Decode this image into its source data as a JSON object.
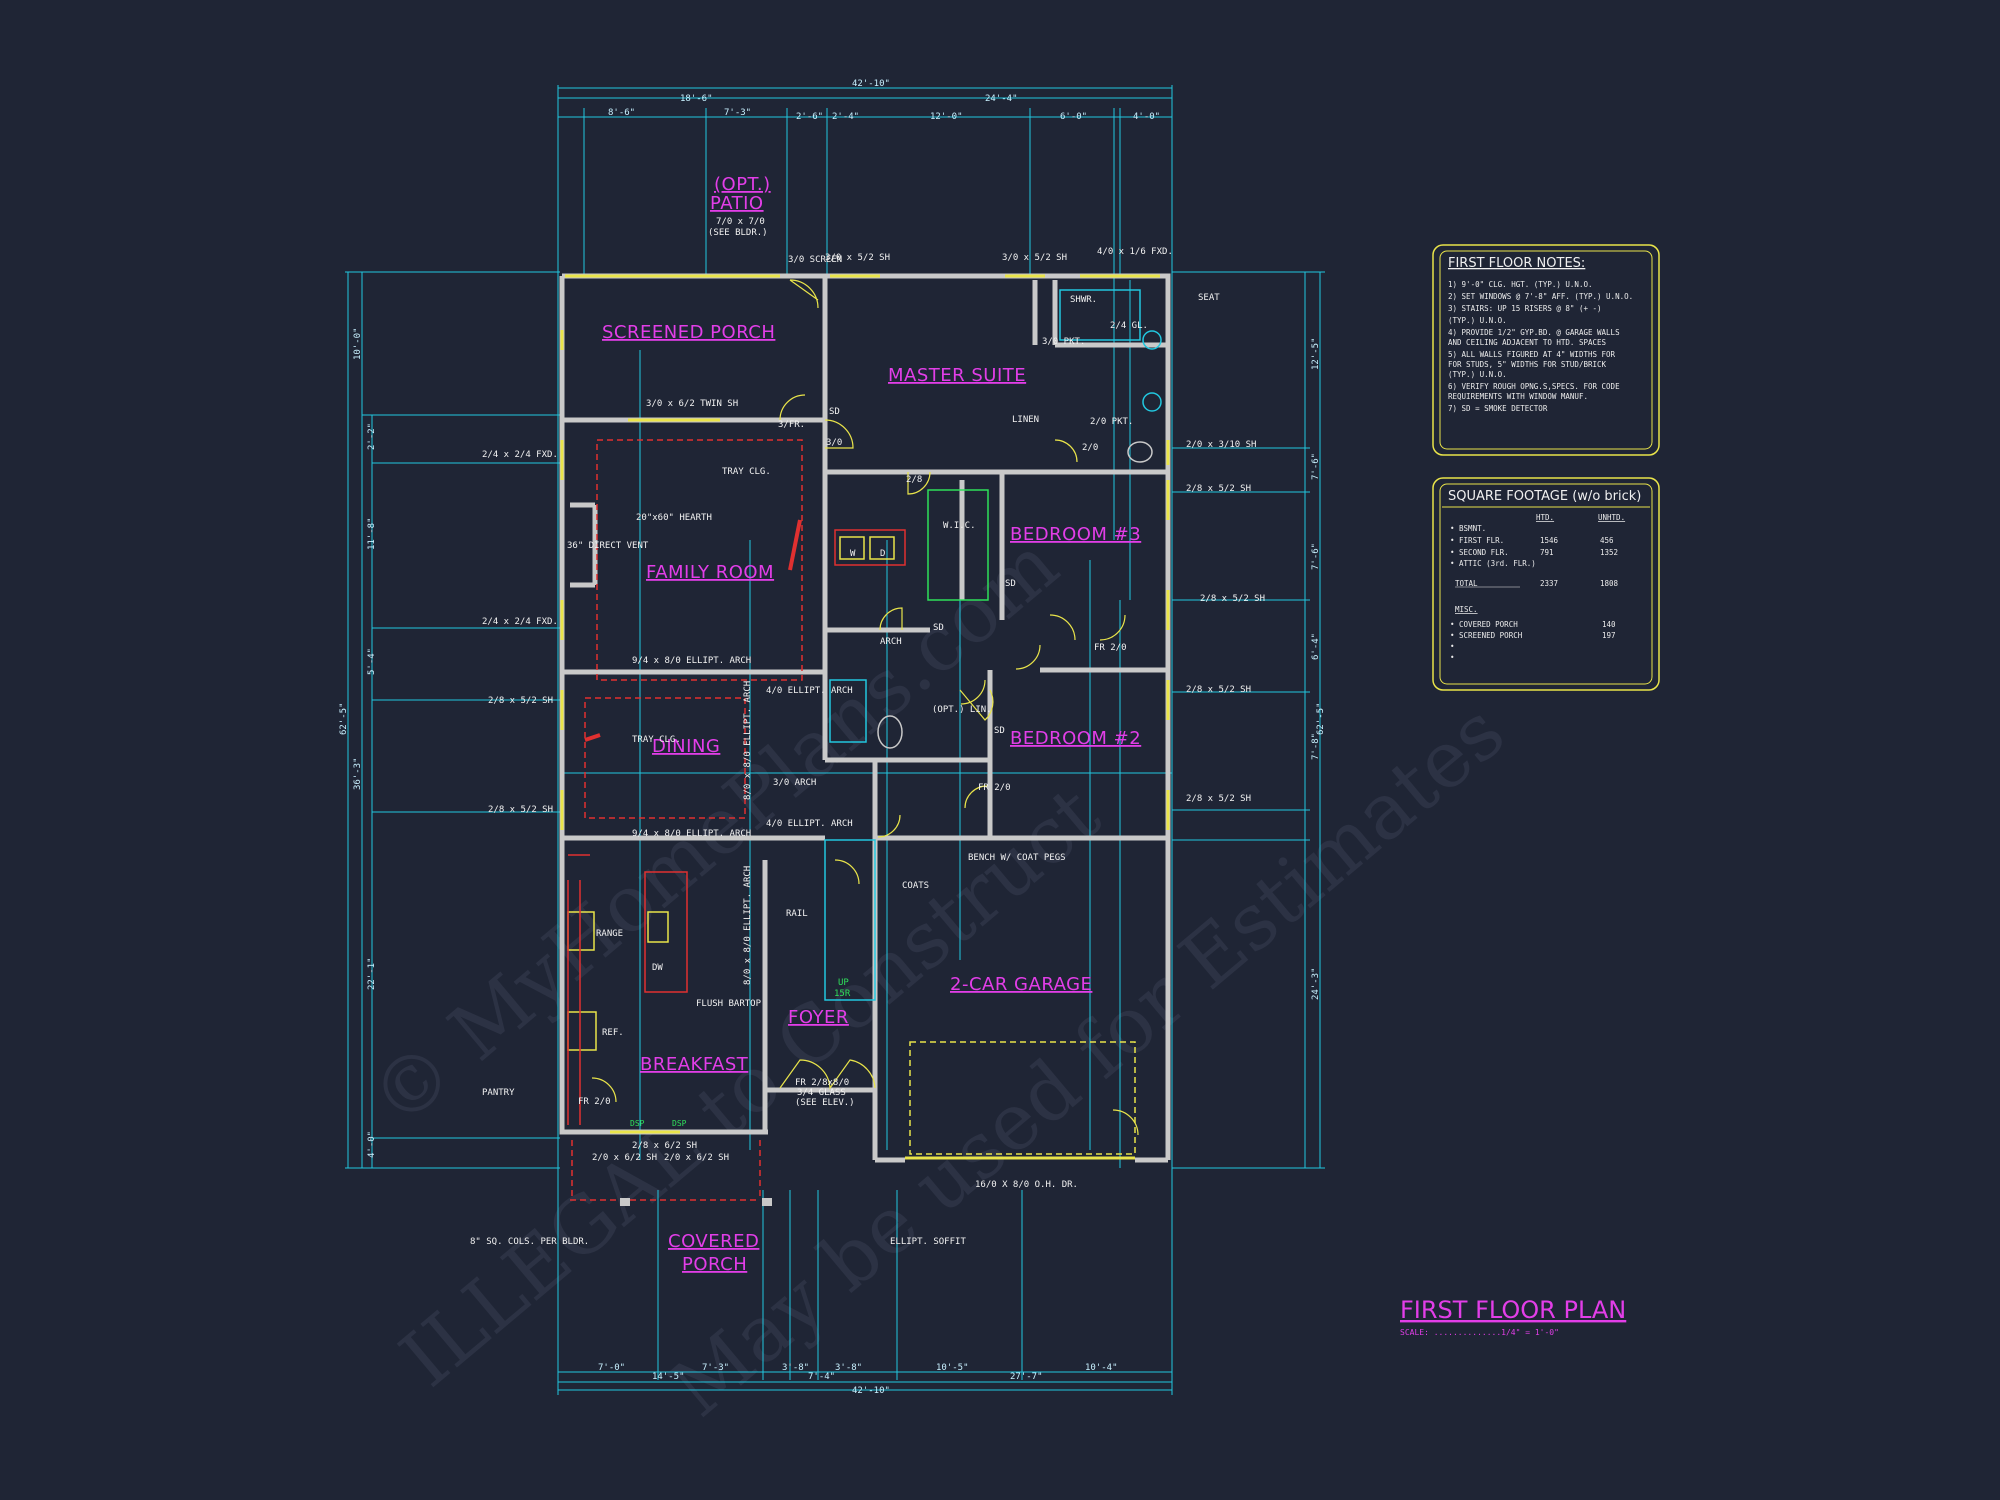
{
  "watermark": {
    "line1": "© MyHomePlans.com",
    "line2": "ILLEGAL to Construct",
    "line3": "May be used for Estimates"
  },
  "rooms": {
    "opt": "(OPT.)",
    "patio": "PATIO",
    "patio_size": "7/0 x 7/0",
    "patio_note": "(SEE BLDR.)",
    "screened_porch": "SCREENED PORCH",
    "master_suite": "MASTER SUITE",
    "family_room": "FAMILY ROOM",
    "bedroom3": "BEDROOM #3",
    "dining": "DINING",
    "bedroom2": "BEDROOM #2",
    "breakfast": "BREAKFAST",
    "foyer": "FOYER",
    "garage": "2-CAR GARAGE",
    "covered": "COVERED",
    "porch": "PORCH"
  },
  "dims_top": {
    "overall": "42'-10\"",
    "left": "18'-6\"",
    "right": "24'-4\"",
    "a": "8'-6\"",
    "b": "7'-3\"",
    "c": "2'-6\"",
    "d": "2'-4\"",
    "e": "12'-0\"",
    "f": "6'-0\"",
    "g": "4'-0\""
  },
  "dims_bottom": {
    "a": "7'-0\"",
    "b": "7'-3\"",
    "c": "3'-8\"",
    "d": "3'-8\"",
    "e": "10'-5\"",
    "f": "10'-4\"",
    "g": "14'-5\"",
    "h": "7'-4\"",
    "i": "27'-7\"",
    "overall": "42'-10\""
  },
  "dims_side": {
    "left_overall": "62'-5\"",
    "right_overall": "62'-5\"",
    "left_b": "36'-3\"",
    "top_l": "10'-0\"",
    "top_r": "12'-5\"",
    "mid_r": "7'-6\"",
    "fam_l": "11'-8\"",
    "din_l": "5'-4\"",
    "kit_l": "22'-1\"",
    "gar_r": "24'-3\"",
    "bed_r": "6'-4\"",
    "b2_r": "7'-8\"",
    "d1": "2'-2\"",
    "d2": "4'-0\""
  },
  "labels": {
    "w1": "3/0 x 5/2 SH",
    "w2": "3/0 x 5/2 SH",
    "w3": "4/0 x 1/6 FXD.",
    "w4": "3/0 SCREEN",
    "w5": "3/0 x 6/2 TWIN SH",
    "w6": "2/4 x 2/4 FXD.",
    "w7": "2/4 x 2/4 FXD.",
    "w8": "2/8 x 5/2 SH",
    "w9": "2/8 x 5/2 SH",
    "w10": "2/0 x 3/10 SH",
    "w11": "2/8 x 5/2 SH",
    "w12": "2/8 x 5/2 SH",
    "w13": "2/8 x 5/2 SH",
    "w14": "2/8 x 5/2 SH",
    "w15": "2/8 x 6/2 SH",
    "w16": "2/0 x 6/2 SH",
    "w17": "2/0 x 6/2 SH",
    "seat": "SEAT",
    "shwr": "SHWR.",
    "gl": "2/4 GL.",
    "pkt1": "3/0 PKT.",
    "pkt2": "2/0 PKT.",
    "linen": "LINEN",
    "d30": "3/0",
    "d30fr": "3/FR.",
    "d28a": "2/8",
    "d20": "2/0",
    "tray1": "TRAY CLG.",
    "tray2": "TRAY CLG.",
    "hearth": "20\"x60\" HEARTH",
    "vent": "36\" DIRECT VENT",
    "wic": "W.I.C.",
    "w": "W",
    "dd": "D",
    "arch": "ARCH",
    "ellipt1": "9/4 x 8/0 ELLIPT. ARCH",
    "ellipt2": "9/4 x 8/0 ELLIPT. ARCH",
    "ellipt3": "4/0 ELLIPT. ARCH",
    "ellipt4": "4/0 ELLIPT. ARCH",
    "ellipt5": "8/0 x 8/0 ELLIPT. ARCH",
    "ellipt6": "8/0 x 8/0 ELLIPT. ARCH",
    "arch30": "3/0 ARCH",
    "fr20a": "FR 2/0",
    "fr20b": "FR 2/0",
    "fr20c": "FR 2/0",
    "optlin": "(OPT.) LIN.",
    "coats": "COATS",
    "bench": "BENCH W/ COAT PEGS",
    "rail": "RAIL",
    "up": "UP",
    "r15": "15R",
    "range": "RANGE",
    "dw": "DW",
    "ref": "REF.",
    "flush": "FLUSH BARTOP",
    "pantry": "PANTRY",
    "entry": "FR 2/8x8/0",
    "glass": "3/4 GLASS",
    "elev": "(SEE ELEV.)",
    "ohdr": "16/0 X 8/0 O.H. DR.",
    "cols": "8\" SQ. COLS. PER BLDR.",
    "soffit": "ELLIPT. SOFFIT",
    "sd": "SD",
    "dsp": "DSP"
  },
  "notes": {
    "title": "FIRST FLOOR NOTES:",
    "items": [
      "1) 9'-0\" CLG. HGT. (TYP.) U.N.O.",
      "2) SET WINDOWS @ 7'-8\" AFF. (TYP.) U.N.O.",
      "3) STAIRS: UP 15 RISERS @ 8\" (+ -)",
      "   (TYP.) U.N.O.",
      "4) PROVIDE 1/2\" GYP.BD. @ GARAGE WALLS",
      "   AND CEILING ADJACENT TO HTD. SPACES",
      "5) ALL WALLS FIGURED AT 4\" WIDTHS FOR",
      "   FOR STUDS, 5\" WIDTHS FOR STUD/BRICK",
      "   (TYP.) U.N.O.",
      "6) VERIFY ROUGH OPNG.S,SPECS. FOR CODE",
      "   REQUIREMENTS WITH WINDOW MANUF.",
      "7) SD = SMOKE DETECTOR"
    ]
  },
  "sqft": {
    "title": "SQUARE FOOTAGE (w/o brick)",
    "col_htd": "HTD.",
    "col_unhtd": "UNHTD.",
    "rows": [
      {
        "label": "• BSMNT.",
        "htd": "",
        "unhtd": ""
      },
      {
        "label": "• FIRST FLR.",
        "htd": "1546",
        "unhtd": "456"
      },
      {
        "label": "• SECOND FLR.",
        "htd": "791",
        "unhtd": "1352"
      },
      {
        "label": "• ATTIC (3rd. FLR.)",
        "htd": "",
        "unhtd": ""
      }
    ],
    "total_label": "TOTAL",
    "total_htd": "2337",
    "total_unhtd": "1808",
    "misc_label": "MISC.",
    "misc": [
      {
        "label": "• COVERED PORCH",
        "val": "140"
      },
      {
        "label": "• SCREENED PORCH",
        "val": "197"
      },
      {
        "label": "•",
        "val": ""
      },
      {
        "label": "•",
        "val": ""
      }
    ]
  },
  "title_block": {
    "title": "FIRST FLOOR PLAN",
    "scale": "SCALE: ..............1/4\" = 1'-0\""
  },
  "colors": {
    "background": "#1f2535",
    "wall": "#c9c9c9",
    "dim_line": "#22c7df",
    "room_label": "#e23ee8",
    "panel": "#e9e44a",
    "red": "#e03030",
    "green": "#2fe05a"
  }
}
